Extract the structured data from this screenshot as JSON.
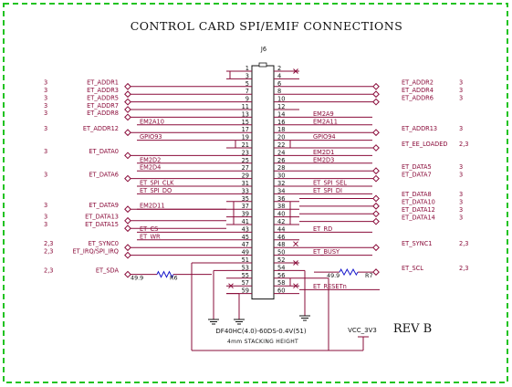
{
  "title": "CONTROL CARD SPI/EMIF CONNECTIONS",
  "connector": {
    "refdes": "J6",
    "part": "DF40HC(4.0)-60DS-0.4V(51)",
    "stacking": "4mm STACKING HEIGHT"
  },
  "revision": "REV B",
  "power": "VCC_3V3",
  "colors": {
    "frame": "#22c322",
    "wire": "#8a0c3a",
    "text": "#111111",
    "portlabel": "#8a0c3a"
  },
  "left_ports": [
    {
      "name": "ET_ADDR1",
      "page": "3",
      "row": 3
    },
    {
      "name": "ET_ADDR3",
      "page": "3",
      "row": 4
    },
    {
      "name": "ET_ADDR5",
      "page": "3",
      "row": 5
    },
    {
      "name": "ET_ADDR7",
      "page": "3",
      "row": 6
    },
    {
      "name": "ET_ADDR8",
      "page": "3",
      "row": 7
    },
    {
      "name": "ET_ADDR12",
      "page": "3",
      "row": 9
    },
    {
      "name": "ET_DATA0",
      "page": "3",
      "row": 12
    },
    {
      "name": "ET_DATA6",
      "page": "3",
      "row": 15
    },
    {
      "name": "ET_DATA9",
      "page": "3",
      "row": 19
    },
    {
      "name": "ET_DATA13",
      "page": "3",
      "row": 20.5
    },
    {
      "name": "ET_DATA15",
      "page": "3",
      "row": 21.5
    },
    {
      "name": "ET_SYNC0",
      "page": "2,3",
      "row": 24
    },
    {
      "name": "ET_IRQ/SPI_IRQ",
      "page": "2,3",
      "row": 25
    },
    {
      "name": "ET_SDA",
      "page": "2,3",
      "row": 27.5
    }
  ],
  "right_ports": [
    {
      "name": "ET_ADDR2",
      "page": "3",
      "row": 3
    },
    {
      "name": "ET_ADDR4",
      "page": "3",
      "row": 4
    },
    {
      "name": "ET_ADDR6",
      "page": "3",
      "row": 5
    },
    {
      "name": "ET_ADDR13",
      "page": "3",
      "row": 9
    },
    {
      "name": "ET_EE_LOADED",
      "page": "2,3",
      "row": 11
    },
    {
      "name": "ET_DATA5",
      "page": "3",
      "row": 14
    },
    {
      "name": "ET_DATA7",
      "page": "3",
      "row": 15
    },
    {
      "name": "ET_DATA8",
      "page": "3",
      "row": 17.6
    },
    {
      "name": "ET_DATA10",
      "page": "3",
      "row": 18.6
    },
    {
      "name": "ET_DATA12",
      "page": "3",
      "row": 19.6
    },
    {
      "name": "ET_DATA14",
      "page": "3",
      "row": 20.6
    },
    {
      "name": "ET_SYNC1",
      "page": "2,3",
      "row": 24
    },
    {
      "name": "ET_SCL",
      "page": "2,3",
      "row": 27.2
    }
  ],
  "left_nets": [
    {
      "name": "EM2A10",
      "row": 8
    },
    {
      "name": "GPIO93",
      "row": 10
    },
    {
      "name": "EM2D2",
      "row": 13
    },
    {
      "name": "EM2D4",
      "row": 14
    },
    {
      "name": "ET_SPI_CLK",
      "row": 16
    },
    {
      "name": "ET_SPI_DO",
      "row": 17
    },
    {
      "name": "EM2D11",
      "row": 19
    },
    {
      "name": "ET_CS",
      "row": 22
    },
    {
      "name": "ET_WR",
      "row": 23
    }
  ],
  "right_nets": [
    {
      "name": "EM2A9",
      "row": 7
    },
    {
      "name": "EM2A11",
      "row": 8
    },
    {
      "name": "GPIO94",
      "row": 10
    },
    {
      "name": "EM2D1",
      "row": 12
    },
    {
      "name": "EM2D3",
      "row": 13
    },
    {
      "name": "ET_SPI_SEL",
      "row": 16
    },
    {
      "name": "ET_SPI_DI",
      "row": 17
    },
    {
      "name": "ET_RD",
      "row": 22
    },
    {
      "name": "ET_BUSY",
      "row": 25
    },
    {
      "name": "ET_RESETn",
      "row": 29.5
    }
  ],
  "resistors": [
    {
      "refdes": "R6",
      "value": "49.9"
    },
    {
      "refdes": "R7",
      "value": "49.9"
    }
  ],
  "pins_odd": [
    "1",
    "3",
    "5",
    "7",
    "9",
    "11",
    "13",
    "15",
    "17",
    "19",
    "21",
    "23",
    "25",
    "27",
    "29",
    "31",
    "33",
    "35",
    "37",
    "39",
    "41",
    "43",
    "45",
    "47",
    "49",
    "51",
    "53",
    "55",
    "57",
    "59"
  ],
  "pins_even": [
    "2",
    "4",
    "6",
    "8",
    "10",
    "12",
    "14",
    "16",
    "18",
    "20",
    "22",
    "24",
    "26",
    "28",
    "30",
    "32",
    "34",
    "36",
    "38",
    "40",
    "42",
    "44",
    "46",
    "48",
    "50",
    "52",
    "54",
    "56",
    "58",
    "60"
  ]
}
